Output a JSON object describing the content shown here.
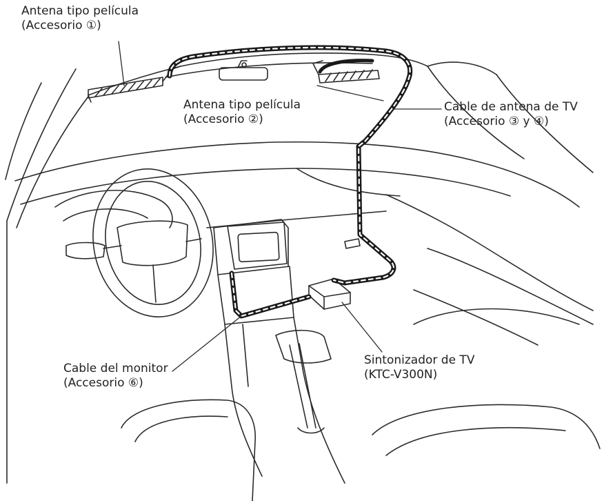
{
  "labels": {
    "film_antenna_1": {
      "line1": "Antena tipo película",
      "line2": "(Accesorio ①)"
    },
    "film_antenna_2": {
      "line1": "Antena tipo película",
      "line2": "(Accesorio ②)"
    },
    "tv_antenna_cable": {
      "line1": "Cable de antena de TV",
      "line2": "(Accesorio ③ y ④)"
    },
    "monitor_cable": {
      "line1": "Cable del monitor",
      "line2": "(Accesorio ⑥)"
    },
    "tv_tuner": {
      "line1": "Sintonizador de TV",
      "line2": "(KTC-V300N)"
    }
  },
  "colors": {
    "line": "#2a2a2a",
    "cable": "#1a1a1a",
    "background": "#ffffff"
  }
}
